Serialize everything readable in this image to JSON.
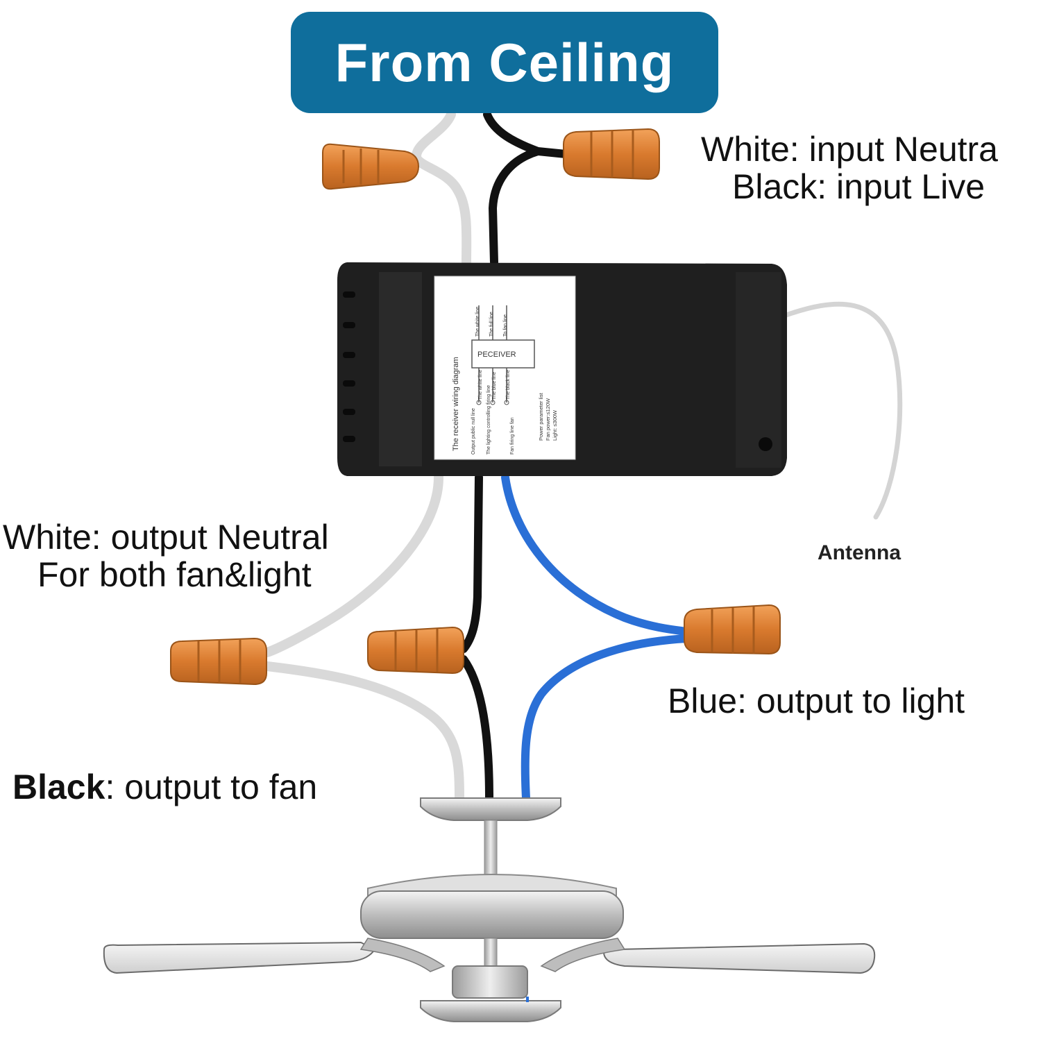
{
  "header": {
    "title": "From Ceiling"
  },
  "labels": {
    "input_neutral": "White: input Neutra",
    "input_live": "Black: input Live",
    "output_neutral_line1": "White: output Neutral",
    "output_neutral_line2": "For both fan&light",
    "blue_output": "Blue: output to light",
    "black_word": "Black",
    "black_rest": ": output to fan",
    "antenna": "Antenna"
  },
  "receiver_sticker": {
    "heading": "The receiver wiring diagram",
    "receiver_box": "PECEIVER",
    "line_white_top": "The white line",
    "line_full_top": "The full line",
    "line_fan_top": "To fan line",
    "line_white_bottom": "The white line",
    "line_blue_bottom": "The blue line",
    "line_black_bottom": "The black line",
    "desc_output": "Output public null line",
    "desc_lighting": "The lighting controlling firing line",
    "desc_fan": "Fan firing line fan",
    "params_title": "Power parameter list",
    "params_fan": "Fan power:≤120W",
    "params_light": "Light: ≤300W"
  },
  "colors": {
    "title_bg": "#0f6e9c",
    "white_wire": "#d9d9d9",
    "black_wire": "#111111",
    "blue_wire": "#2a6fd6",
    "connector": "#e08a3c",
    "receiver_body": "#1f1f1f"
  }
}
